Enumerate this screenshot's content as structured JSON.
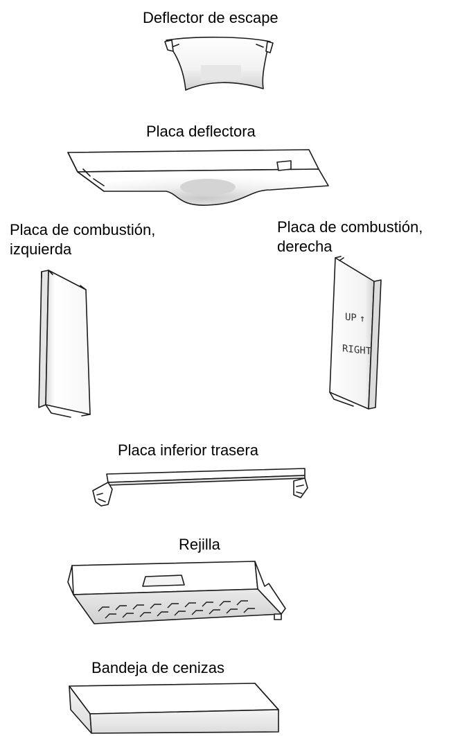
{
  "labels": {
    "exhaust_deflector": "Deflector de escape",
    "baffle_plate": "Placa deflectora",
    "burn_plate_left_line1": "Placa de combustión,",
    "burn_plate_left_line2": "izquierda",
    "burn_plate_right_line1": "Placa de combustión,",
    "burn_plate_right_line2": "derecha",
    "rear_bottom_plate": "Placa inferior trasera",
    "grate": "Rejilla",
    "ash_pan": "Bandeja de cenizas"
  },
  "stamp_text": {
    "up": "UP",
    "right": "RIGHT"
  },
  "colors": {
    "part_fill": "#ffffff",
    "shade_light": "#eeeeee",
    "shade_mid": "#d8d8d8",
    "shade_dark": "#b8b8b8",
    "outline": "#1a1a1a"
  }
}
